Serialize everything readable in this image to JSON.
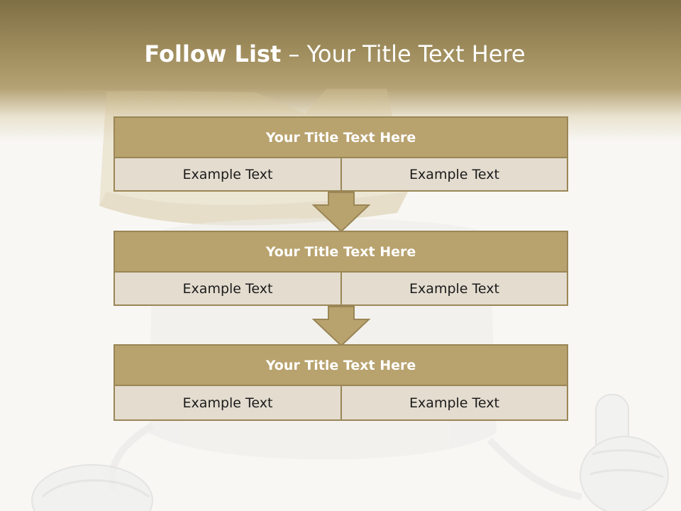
{
  "title": {
    "bold": "Follow List",
    "rest": " – Your Title Text Here"
  },
  "colors": {
    "header_brown": "#8a7a4e",
    "box_header": "#b8a26e",
    "box_border": "#9a8656",
    "box_cell": "#e3dccf",
    "arrow_fill": "#b8a26e"
  },
  "boxes": [
    {
      "title": "Your Title Text Here",
      "left": "Example Text",
      "right": "Example Text"
    },
    {
      "title": "Your Title Text Here",
      "left": "Example Text",
      "right": "Example Text"
    },
    {
      "title": "Your Title Text Here",
      "left": "Example Text",
      "right": "Example Text"
    }
  ],
  "arrows": [
    "down-arrow-icon",
    "down-arrow-icon"
  ]
}
